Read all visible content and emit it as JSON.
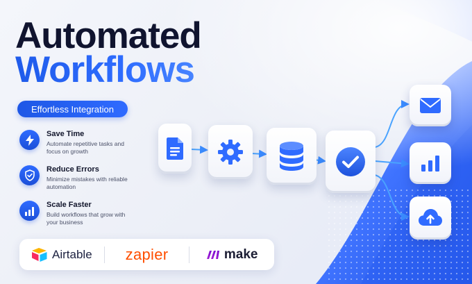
{
  "headline": {
    "line1": "Automated",
    "line2": "Workflows"
  },
  "tagline": "Effortless Integration",
  "features": [
    {
      "title": "Save Time",
      "description": "Automate repetitive tasks and focus on growth",
      "icon": "lightning-icon"
    },
    {
      "title": "Reduce Errors",
      "description": "Minimize mistakes with reliable automation",
      "icon": "shield-check-icon"
    },
    {
      "title": "Scale Faster",
      "description": "Build workflows that grow with your business",
      "icon": "bar-chart-icon"
    }
  ],
  "brands": [
    {
      "name": "Airtable",
      "icon": "airtable-logo"
    },
    {
      "name": "zapier",
      "icon": "zapier-logo"
    },
    {
      "name": "make",
      "icon": "make-logo"
    }
  ],
  "workflow": {
    "steps": [
      "document-icon",
      "gear-icon",
      "database-icon",
      "checkmark-icon"
    ],
    "outputs": [
      "mail-icon",
      "bar-chart-icon",
      "cloud-upload-icon"
    ]
  },
  "colors": {
    "accent": "#2f6bff",
    "accent_dark": "#1b4fd8",
    "headline_dark": "#10142f",
    "zapier_orange": "#ff4f00"
  }
}
